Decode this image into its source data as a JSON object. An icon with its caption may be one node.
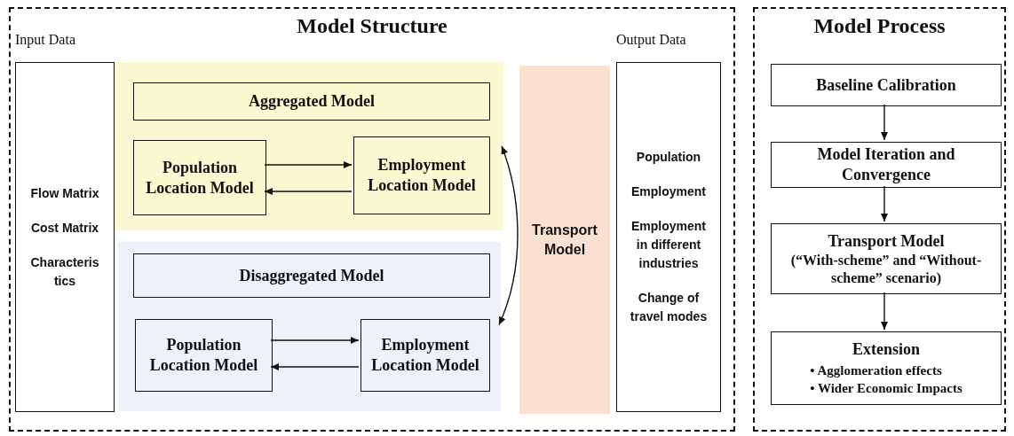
{
  "diagram": {
    "nodes": [
      {
        "text": [
          "Model Structure"
        ]
      },
      {
        "text": [
          "Input Data",
          "Flow Matrix",
          "Cost Matrix",
          "Characteris tics"
        ],
        "in": 0
      },
      {
        "text": [],
        "shape": "box",
        "in": 0
      },
      {
        "text": [
          "Aggregated Model"
        ],
        "in": 2
      },
      {
        "text": [
          "Population Location Model"
        ],
        "in": 2
      },
      {
        "text": [
          "Employment Location Model"
        ],
        "in": 2
      },
      {
        "text": [],
        "shape": "box",
        "in": 0
      },
      {
        "text": [
          "Disaggregated Model"
        ],
        "in": 6
      },
      {
        "text": [
          "Population Location Model"
        ],
        "in": 6
      },
      {
        "text": [
          "Employment Location Model"
        ],
        "in": 6
      },
      {
        "text": [
          "Transport Model"
        ],
        "in": 0
      },
      {
        "text": [
          "Output Data",
          "Population",
          "Employment",
          "Employment in different industries",
          "Change of travel modes"
        ],
        "in": 0
      },
      {
        "text": [
          "Model Process"
        ]
      },
      {
        "text": [
          "Baseline Calibration"
        ],
        "in": 12
      },
      {
        "text": [
          "Model Iteration and Convergence"
        ],
        "in": 12
      },
      {
        "text": [
          "Transport Model",
          "(“With-scheme” and “Without-scheme” scenario)"
        ],
        "in": 12
      },
      {
        "text": [
          "Extension",
          "• Agglomeration effects",
          "• Wider Economic Impacts"
        ],
        "in": 12
      }
    ],
    "edges": [
      {
        "from": 4,
        "to": 5,
        "arrow": "to"
      },
      {
        "from": 5,
        "to": 4,
        "arrow": "to"
      },
      {
        "from": 8,
        "to": 9,
        "arrow": "to"
      },
      {
        "from": 9,
        "to": 8,
        "arrow": "to"
      },
      {
        "from": 10,
        "to": 2,
        "arrow": "to"
      },
      {
        "from": 10,
        "to": 6,
        "arrow": "to"
      },
      {
        "from": 13,
        "to": 14,
        "arrow": "to"
      },
      {
        "from": 14,
        "to": 15,
        "arrow": "to"
      },
      {
        "from": 15,
        "to": 16,
        "arrow": "to"
      }
    ]
  }
}
